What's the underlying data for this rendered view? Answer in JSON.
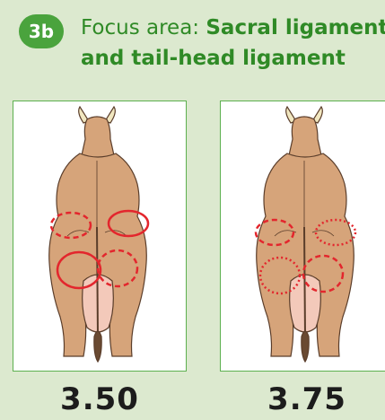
{
  "header": {
    "badge": "3b",
    "title_prefix": "Focus area: ",
    "title_bold_1": "Sacral ligament",
    "title_bold_2": "and tail-head ligament"
  },
  "panels": [
    {
      "score": "3.50",
      "circle_style": "solid-and-dashed"
    },
    {
      "score": "3.75",
      "circle_style": "dashed-and-dotted"
    }
  ],
  "colors": {
    "background": "#dce9cf",
    "accent_green": "#4aa33d",
    "title_green": "#2f8a26",
    "cow_body": "#d6a47a",
    "udder": "#f3c9ba",
    "marker_red": "#e3262d"
  }
}
